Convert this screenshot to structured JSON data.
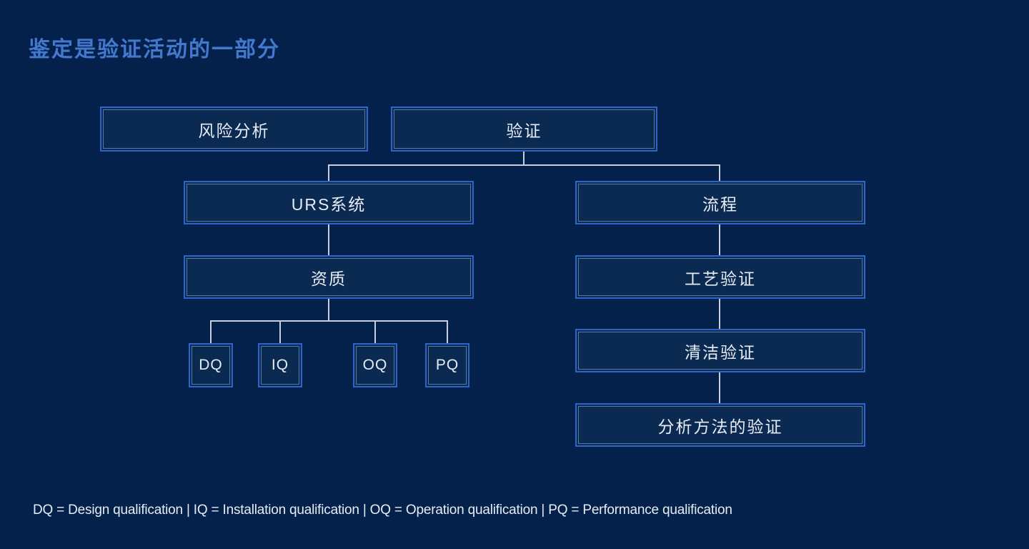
{
  "title": "鉴定是验证活动的一部分",
  "diagram": {
    "nodes": {
      "risk_analysis": "风险分析",
      "validation": "验证",
      "urs_system": "URS系统",
      "process": "流程",
      "qualification": "资质",
      "process_validation": "工艺验证",
      "cleaning_validation": "清洁验证",
      "analytical_method_validation": "分析方法的验证",
      "dq": "DQ",
      "iq": "IQ",
      "oq": "OQ",
      "pq": "PQ"
    }
  },
  "footer": {
    "legend": "DQ = Design qualification | IQ = Installation qualification | OQ = Operation qualification | PQ = Performance qualification"
  },
  "colors": {
    "background": "#03214a",
    "box_border": "#2e63c8",
    "box_inner_line": "#96b9eb",
    "box_fill": "#0b2a52",
    "title_text": "#4478ce",
    "node_text": "#e7ecf4",
    "connector": "#c6cfdd"
  }
}
